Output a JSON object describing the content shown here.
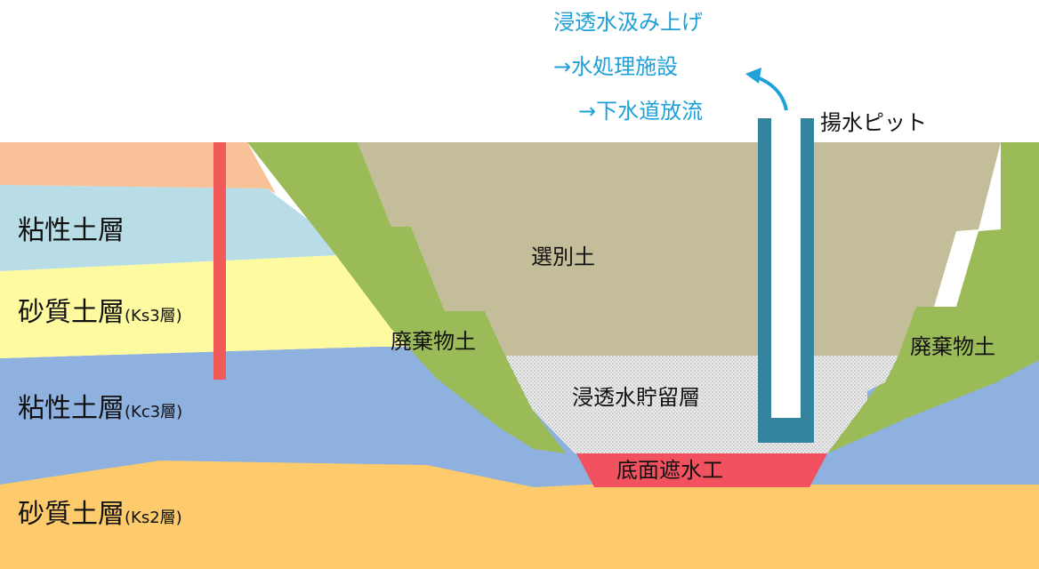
{
  "colors": {
    "topsoil": "#f8c197",
    "clay_upper": "#b8dde7",
    "sandy_ks3": "#fdfaa0",
    "clay_kc3": "#8eb1e0",
    "sandy_ks2": "#fdca6c",
    "waste_soil": "#9bba58",
    "selected_soil": "#c4bd99",
    "leachate_layer": "#e6e6e6",
    "bottom_liner": "#f25260",
    "pit_frame": "#33849c",
    "boring_bar": "#f25a5a",
    "water_text": "#1fa0d8"
  },
  "layers": {
    "clay_upper": "粘性土層",
    "sandy_ks3_main": "砂質土層",
    "sandy_ks3_sub": "(Ks3層)",
    "clay_kc3_main": "粘性土層",
    "clay_kc3_sub": "(Kc3層)",
    "sandy_ks2_main": "砂質土層",
    "sandy_ks2_sub": "(Ks2層)"
  },
  "fill": {
    "selected_soil": "選別土",
    "waste_left": "廃棄物土",
    "waste_right": "廃棄物土",
    "leachate_storage": "浸透水貯留層",
    "bottom_liner": "底面遮水工"
  },
  "pit": {
    "label": "揚水ピット"
  },
  "water_flow": {
    "line1": "浸透水汲み上げ",
    "line2": "→水処理施設",
    "line3": "→下水道放流"
  }
}
